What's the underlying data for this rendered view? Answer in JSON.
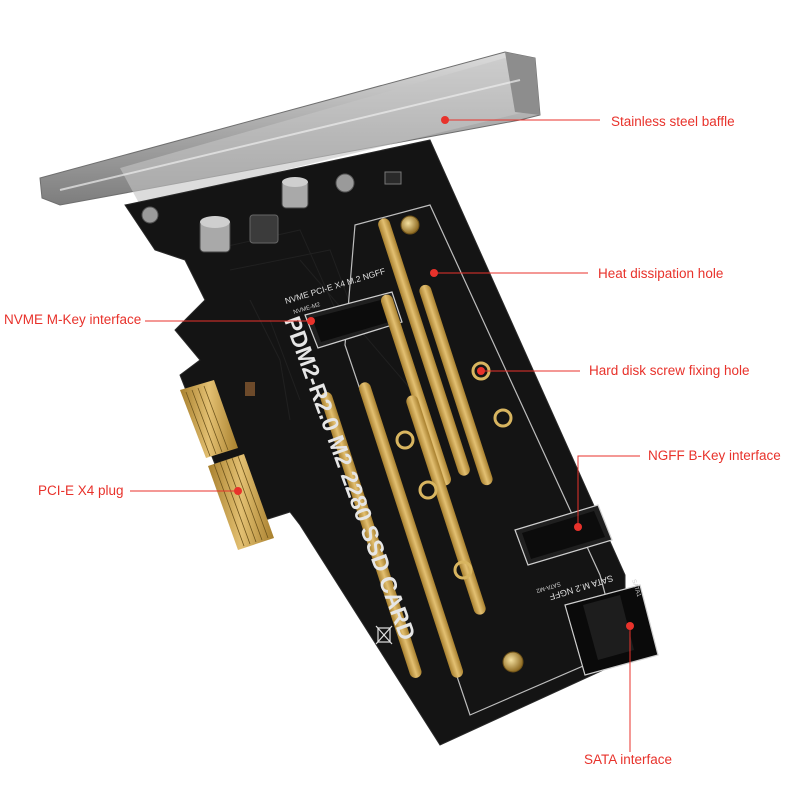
{
  "colors": {
    "accent": "#e8322b",
    "pcb": "#141414",
    "gold": "#c9a24a",
    "steel": "#b9b9b9"
  },
  "callouts": {
    "steel_baffle": "Stainless steel baffle",
    "heat_hole": "Heat dissipation hole",
    "nvme": "NVME M-Key interface",
    "screw_hole": "Hard disk screw fixing hole",
    "ngff": "NGFF B-Key interface",
    "pcie": "PCI-E X4 plug",
    "sata": "SATA interface"
  },
  "board": {
    "main_text": "PDM2-R2.0 M2 2280 SSD CARD",
    "nvme_slot_label": "NVME PCI-E X4 M.2 NGFF",
    "nvme_small": "NVME-M2",
    "sata_slot_label": "SATA M.2 NGFF",
    "sata_small": "SATA-M2",
    "sata_port": "SATA1"
  }
}
